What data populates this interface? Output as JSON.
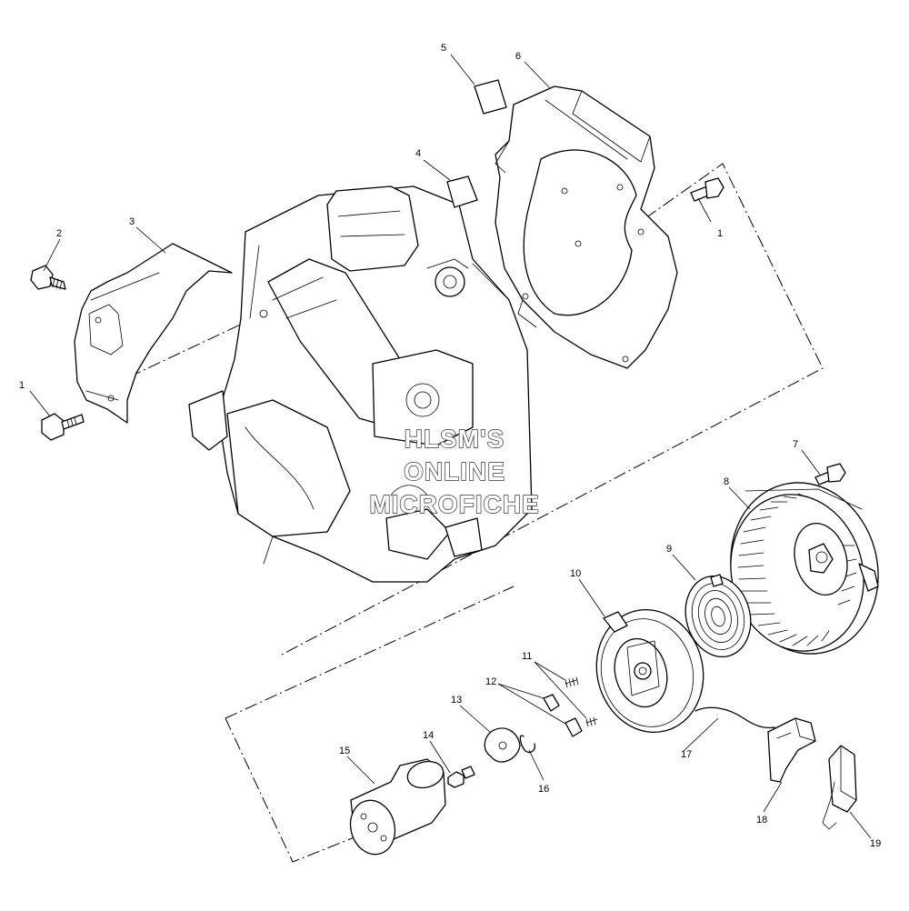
{
  "watermark": [
    "HLSM'S",
    "ONLINE",
    "MICROFICHE"
  ],
  "callouts": [
    "1",
    "2",
    "3",
    "4",
    "5",
    "6",
    "1",
    "7",
    "8",
    "9",
    "10",
    "11",
    "12",
    "13",
    "14",
    "15",
    "16",
    "17",
    "18",
    "19"
  ]
}
